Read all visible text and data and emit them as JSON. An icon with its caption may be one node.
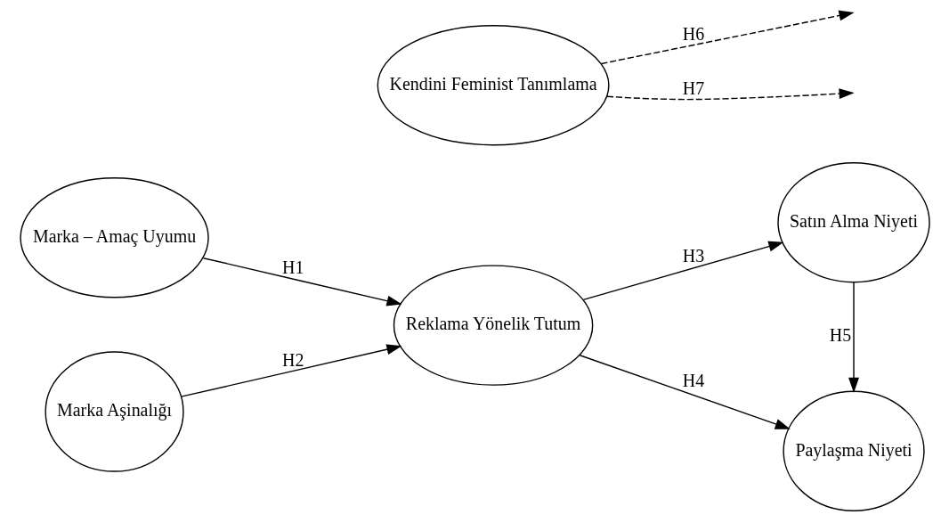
{
  "diagram": {
    "nodes": [
      {
        "text": [
          "Marka – Amaç Uyumu"
        ]
      },
      {
        "text": [
          "Marka Aşinalığı"
        ]
      },
      {
        "text": [
          "Reklama Yönelik Tutum"
        ]
      },
      {
        "text": [
          "Kendini Feminist Tanımlama"
        ]
      },
      {
        "text": [
          "Satın Alma Niyeti"
        ]
      },
      {
        "text": [
          "Paylaşma Niyeti"
        ]
      }
    ],
    "edges": [
      {
        "from": 0,
        "to": 2,
        "arrow": "to",
        "label": "H1"
      },
      {
        "from": 1,
        "to": 2,
        "arrow": "to",
        "label": "H2"
      },
      {
        "from": 2,
        "to": 4,
        "arrow": "to",
        "label": "H3"
      },
      {
        "from": 2,
        "to": 5,
        "arrow": "to",
        "label": "H4"
      },
      {
        "from": 4,
        "to": 5,
        "arrow": "to",
        "label": "H5"
      },
      {
        "from": 3,
        "to": null,
        "arrow": "to",
        "label": "H6",
        "style": "dashed"
      },
      {
        "from": 3,
        "to": null,
        "arrow": "to",
        "label": "H7",
        "style": "dashed"
      }
    ]
  }
}
